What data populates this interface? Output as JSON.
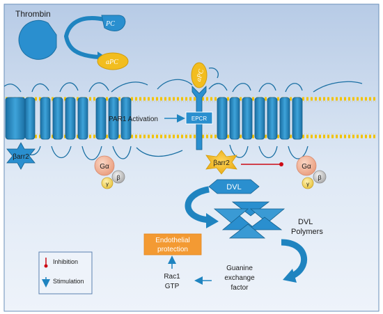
{
  "labels": {
    "thrombin": "Thrombin",
    "pc": "PC",
    "apc_free": "aPC",
    "apc_bound": "aPC",
    "par1_activation": "PAR1 Activation",
    "epcr": "EPCR",
    "barr2_left": "βarr2",
    "barr2_right": "βarr2",
    "galpha_left": "Gα",
    "gbeta_left": "β",
    "ggamma_left": "γ",
    "galpha_right": "Gα",
    "gbeta_right": "β",
    "ggamma_right": "γ",
    "dvl": "DVL",
    "dvl_polymers_line1": "DVL",
    "dvl_polymers_line2": "Polymers",
    "endothelial_line1": "Endothelial",
    "endothelial_line2": "protection",
    "rac1_line1": "Rac1",
    "rac1_line2": "GTP",
    "gef_line1": "Guanine",
    "gef_line2": "exchange",
    "gef_line3": "factor"
  },
  "legend": {
    "inhibition": "Inhibition",
    "stimulation": "Stimulation"
  },
  "colors": {
    "membrane_blue": "#1f7fb7",
    "lipid_yellow": "#f2c200",
    "orange_box": "#f39a33",
    "star_yellow": "#f7bf2a",
    "galpha_pink": "#f1b59a",
    "inhibition_red": "#cc0a14"
  }
}
